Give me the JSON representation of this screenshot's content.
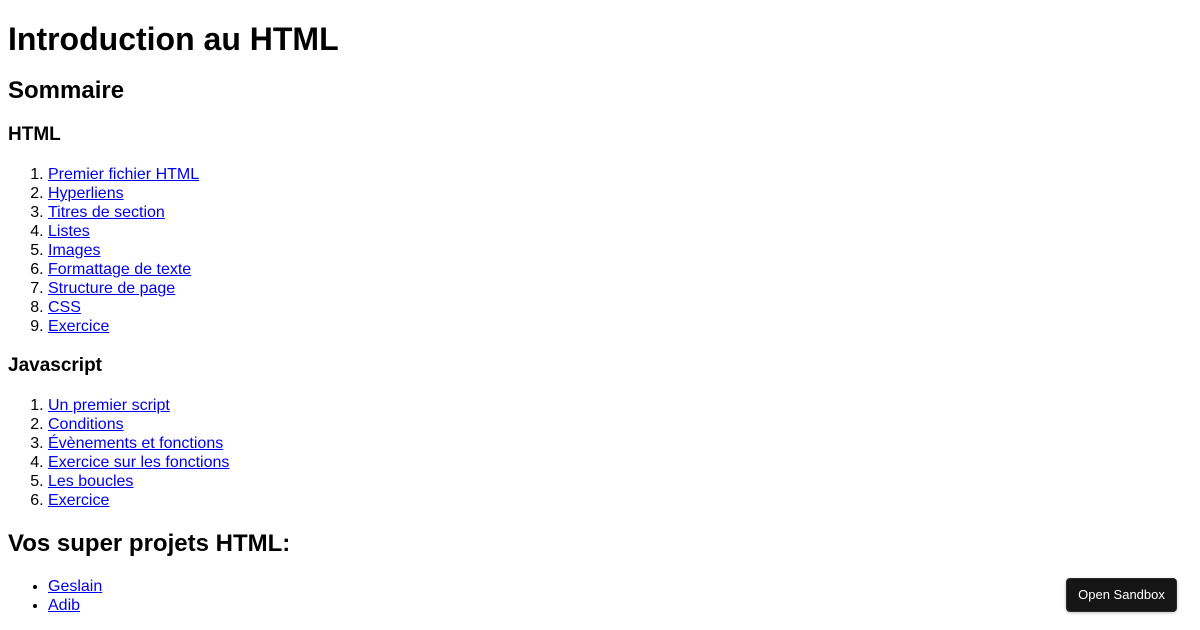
{
  "page": {
    "title": "Introduction au HTML",
    "summary_title": "Sommaire",
    "sections": [
      {
        "heading": "HTML",
        "items": [
          "Premier fichier HTML",
          "Hyperliens",
          "Titres de section",
          "Listes",
          "Images",
          "Formattage de texte",
          "Structure de page",
          "CSS",
          "Exercice"
        ]
      },
      {
        "heading": "Javascript",
        "items": [
          "Un premier script",
          "Conditions",
          "Évènements et fonctions",
          "Exercice sur les fonctions",
          "Les boucles",
          "Exercice"
        ]
      }
    ],
    "projects_title": "Vos super projets HTML:",
    "projects": [
      "Geslain",
      "Adib"
    ]
  },
  "sandbox": {
    "button_label": "Open Sandbox"
  },
  "colors": {
    "link": "#0000ee",
    "sandbox_bg": "#151515"
  }
}
